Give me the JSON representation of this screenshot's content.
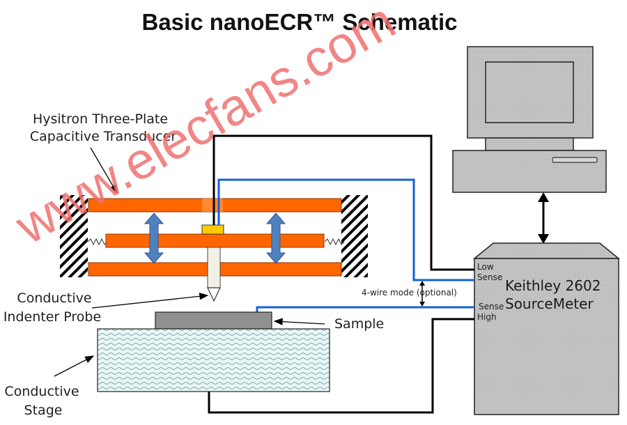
{
  "title": "Basic nanoECR™ Schematic",
  "watermark": "www.elecfans.com",
  "labels": {
    "transducer_line1": "Hysitron Three-Plate",
    "transducer_line2": "Capacitive Transducer",
    "probe_line1": "Conductive",
    "probe_line2": "Indenter Probe",
    "stage_line1": "Conductive",
    "stage_line2": "Stage",
    "sample": "Sample",
    "four_wire": "4-wire mode (optional)"
  },
  "sourcemeter": {
    "name_line1": "Keithley 2602",
    "name_line2": "SourceMeter",
    "terminals": {
      "low": "Low",
      "sense_top": "Sense",
      "sense_bottom": "Sense",
      "high": "High"
    }
  },
  "colors": {
    "plate": "#ff6600",
    "sense_wire": "#1560d8",
    "force_wire": "#000000",
    "arrow": "#4f81bd",
    "pad": "#ffcc00",
    "equipment": "#c8c8c8",
    "sample": "#909090",
    "stage": "#e6f4f4",
    "watermark": "#f07070"
  }
}
